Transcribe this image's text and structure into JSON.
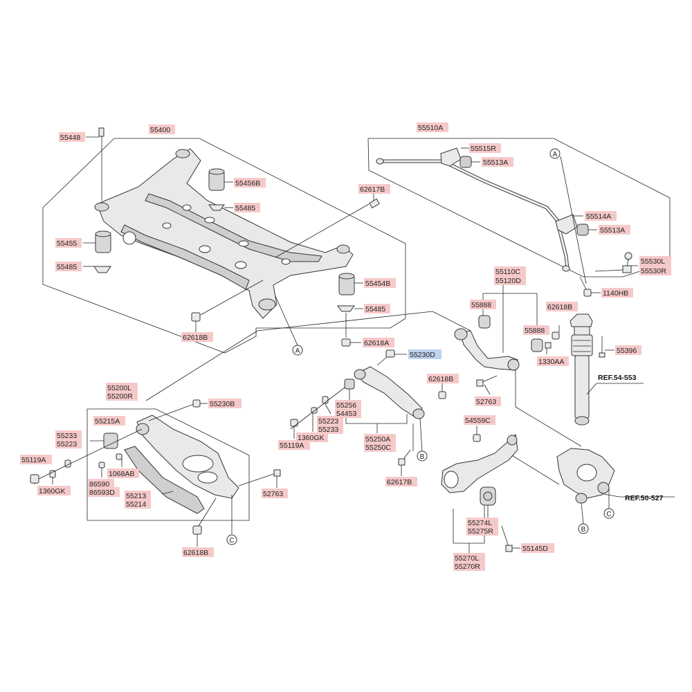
{
  "labels": {
    "l55448": "55448",
    "l55400": "55400",
    "l55456B": "55456B",
    "l55485a": "55485",
    "l55455": "55455",
    "l55485b": "55485",
    "l62617Ba": "62617B",
    "l55454B": "55454B",
    "l55485c": "55485",
    "l62618Ba": "62618B",
    "l62618A": "62618A",
    "l55510A": "55510A",
    "l55515R": "55515R",
    "l55513Aa": "55513A",
    "l55514A": "55514A",
    "l55513Ab": "55513A",
    "l55530L": "55530L",
    "l55530R": "55530R",
    "l1140HB": "1140HB",
    "l55110C": "55110C",
    "l55120D": "55120D",
    "l55888a": "55888",
    "l55888b": "55888",
    "l62618Bb": "62618B",
    "l1330AA": "1330AA",
    "l55396": "55396",
    "l55230D": "55230D",
    "l62618Bc": "62618B",
    "l52763a": "52763",
    "l55256": "55256",
    "l54453": "54453",
    "l55223a": "55223",
    "l55233a": "55233",
    "l1360GKa": "1360GK",
    "l55119Aa": "55119A",
    "l55250A": "55250A",
    "l55250C": "55250C",
    "l62617Bb": "62617B",
    "l54559C": "54559C",
    "l55200L": "55200L",
    "l55200R": "55200R",
    "l55230B": "55230B",
    "l55215A": "55215A",
    "l55233b": "55233",
    "l55223b": "55223",
    "l55119Ab": "55119A",
    "l1360GKb": "1360GK",
    "l1068AB": "1068AB",
    "l86590": "86590",
    "l86593D": "86593D",
    "l55213": "55213",
    "l55214": "55214",
    "l52763b": "52763",
    "l62618Bd": "62618B",
    "l55274L": "55274L",
    "l55275R": "55275R",
    "l55145D": "55145D",
    "l55270L": "55270L",
    "l55270R": "55270R"
  },
  "refs": {
    "ref553": "REF.54-553",
    "ref527": "REF.50-527"
  },
  "circles": {
    "a1": "A",
    "a2": "A",
    "b1": "B",
    "b2": "B",
    "c1": "C",
    "c2": "C"
  },
  "selected": "55230D",
  "colors": {
    "label_bg": "#f6c9c9",
    "selected_bg": "#bcd3ee"
  }
}
